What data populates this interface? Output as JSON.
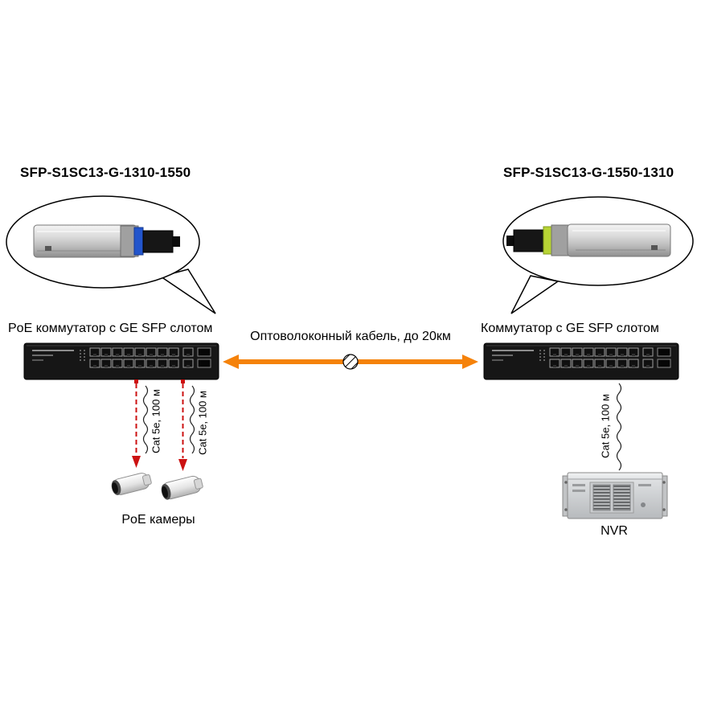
{
  "diagram": {
    "left_transceiver": {
      "label": "SFP-S1SC13-G-1310-1550"
    },
    "right_transceiver": {
      "label": "SFP-S1SC13-G-1550-1310"
    },
    "left_switch": {
      "label": "PoE коммутатор с GE SFP слотом"
    },
    "right_switch": {
      "label": "Коммутатор с GE SFP слотом"
    },
    "fiber_link": {
      "label": "Оптоволоконный кабель, до 20км"
    },
    "cables": {
      "camera1": "Cat 5e, 100 м",
      "camera2": "Cat 5e, 100 м",
      "nvr": "Cat 5e, 100 м"
    },
    "cameras": {
      "label": "PoE камеры"
    },
    "nvr": {
      "label": "NVR"
    },
    "colors": {
      "fiber_arrow": "#F5820A",
      "camera_cable": "#CC1111",
      "switch_body": "#161616",
      "sfp_latch_left": "#2255CC",
      "sfp_latch_right": "#B8D435"
    }
  }
}
